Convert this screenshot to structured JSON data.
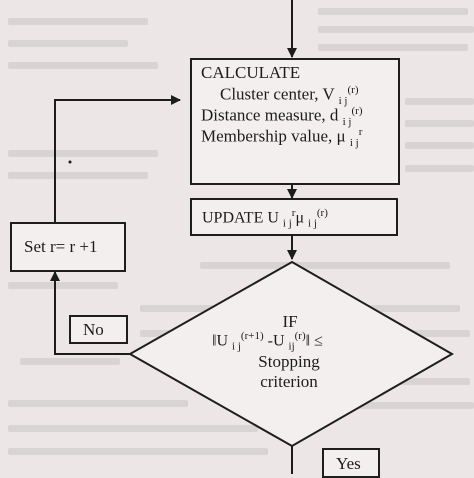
{
  "calculate": {
    "title": "CALCULATE",
    "cluster_center": "Cluster center, V",
    "cluster_center_sub": "i j",
    "cluster_center_sup": "(r)",
    "distance": "Distance measure, d",
    "distance_sub": "i j",
    "distance_sup": "(r)",
    "membership": "Membership value, μ",
    "membership_sub": "i j",
    "membership_sup": "r"
  },
  "update": {
    "label": "UPDATE U",
    "sub1": "i j",
    "sup1": "r",
    "mu": "μ",
    "sub2": "i j",
    "sup2": "(r)"
  },
  "set_box": {
    "label": "Set r= r +1"
  },
  "no_box": {
    "label": "No"
  },
  "yes_box": {
    "label": "Yes"
  },
  "decision": {
    "if": "IF",
    "norm_left": "‖U",
    "sub_a": "i j",
    "sup_a": "(r+1)",
    "minus": " -U",
    "sub_b": "ij",
    "sup_b": "(r)",
    "norm_right": "‖ ≤",
    "stopping": "Stopping",
    "criterion": "criterion"
  },
  "colors": {
    "ink": "#1c1c1c",
    "paper": "#ece6e6",
    "box_fill": "#f3efef",
    "ghost_text": "#cbc4c4"
  }
}
